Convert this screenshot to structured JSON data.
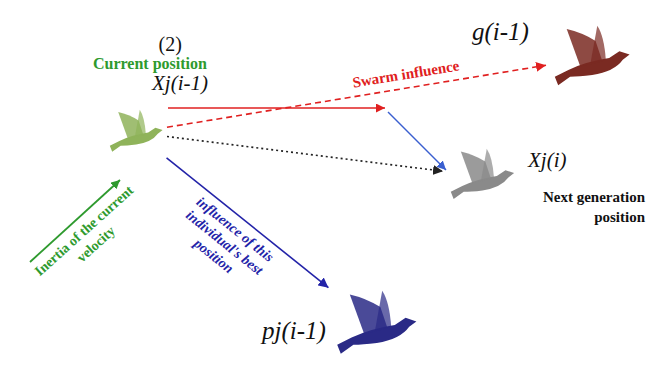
{
  "diagram": {
    "nodes": [
      {
        "text": [
          "Current position",
          "Xj(i-1)"
        ]
      },
      {
        "text": [
          "g(i-1)"
        ]
      },
      {
        "text": [
          "Xj(i)",
          "Next generation position"
        ]
      },
      {
        "text": [
          "pj(i-1)"
        ]
      }
    ],
    "edges": [
      {
        "from": 0,
        "to": 1,
        "arrow": "to",
        "label": "Swarm influence"
      },
      {
        "from": 0,
        "to": 3,
        "arrow": "to",
        "label": "influence of this individual's best position"
      },
      {
        "from": 0,
        "to": 2,
        "arrow": "to"
      }
    ],
    "labels": [
      "(2)",
      "Inertia of the current velocity"
    ]
  }
}
